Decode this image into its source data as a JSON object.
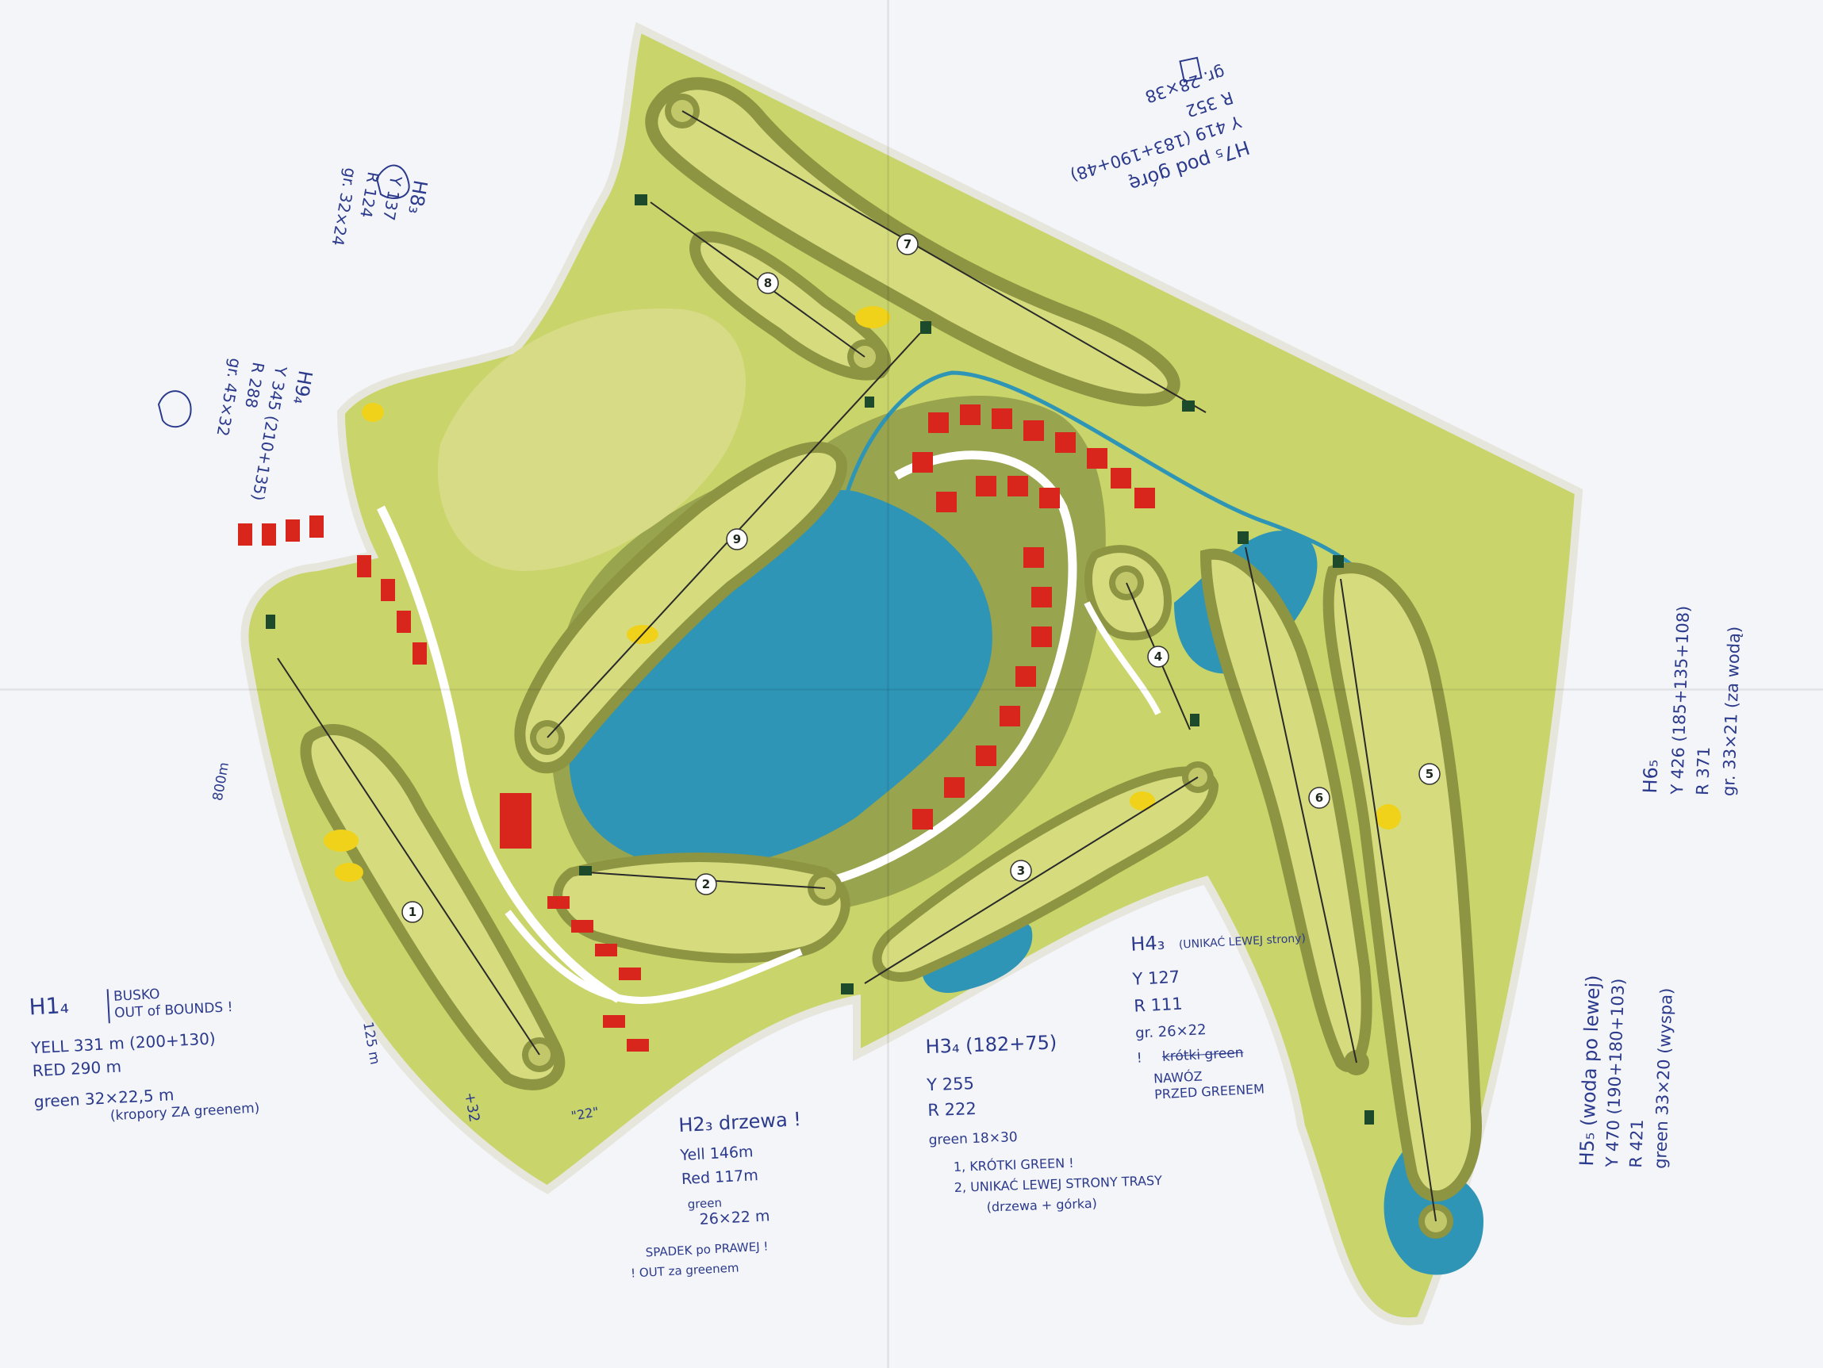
{
  "colors": {
    "paper": "#f4f5f8",
    "rough": "#c9d46a",
    "fairway": "#d6dc7e",
    "tree_rough": "#8d9442",
    "water": "#2e95b6",
    "bunker": "#f0d21a",
    "building": "#d8261d",
    "path": "#ffffff",
    "ink": "#2b3a8c"
  },
  "map": {
    "hole_numbers": [
      "1",
      "2",
      "3",
      "4",
      "5",
      "6",
      "7",
      "8",
      "9"
    ]
  },
  "notes": {
    "h1": {
      "title": "H1₄",
      "bracket": [
        "BUSKO",
        "OUT of BOUNDS !"
      ],
      "yell": "YELL  331 m (200+130)",
      "red": "RED  290 m",
      "green": "green  32×22,5 m",
      "green_note": "(kropory ZA greenem)"
    },
    "h1_side": {
      "m800": "800m",
      "m125": "125 m",
      "plus32": "+32",
      "q22": "\"22\""
    },
    "h2": {
      "title": "H2₃  drzewa !",
      "yell": "Yell  146m",
      "red": "Red  117m",
      "green_label": "green",
      "green": "26×22 m",
      "spadek": "SPADEK po PRAWEJ !",
      "out": "! OUT za greenem"
    },
    "h3": {
      "title": "H3₄ (182+75)",
      "y": "Y 255",
      "r": "R 222",
      "green": "green  18×30",
      "n1": "1, KRÓTKI GREEN !",
      "n2": "2, UNIKAĆ LEWEJ STRONY TRASY",
      "n3": "(drzewa + górka)"
    },
    "h4": {
      "title": "H4₃",
      "bracket": "(UNIKAĆ LEWEJ strony)",
      "y": "Y 127",
      "r": "R 111",
      "green": "gr. 26×22",
      "excl": "!",
      "struck": "krótki green",
      "w1": "NAWÓZ",
      "w2": "PRZED GREENEM"
    },
    "h5": {
      "title": "H5₅ (woda po lewej)",
      "y": "Y 470 (190+180+103)",
      "r": "R 421",
      "green": "green 33×20 (wyspa)"
    },
    "h6": {
      "title": "H6₅",
      "y": "Y 426 (185+135+108)",
      "r": "R 371",
      "gr": "gr. 33×21 (za wodą)"
    },
    "h7": {
      "title": "H7₅  pod górę",
      "y": "Y 419 (183+190+48)",
      "r": "R 352",
      "gr": "gr. 28×38"
    },
    "h8": {
      "title": "H8₃",
      "y": "Y 137",
      "r": "R 124",
      "gr": "gr. 32×24"
    },
    "h9": {
      "title": "H9₄",
      "y": "Y 345 (210+135)",
      "r": "R 288",
      "gr": "gr. 45×32"
    }
  }
}
